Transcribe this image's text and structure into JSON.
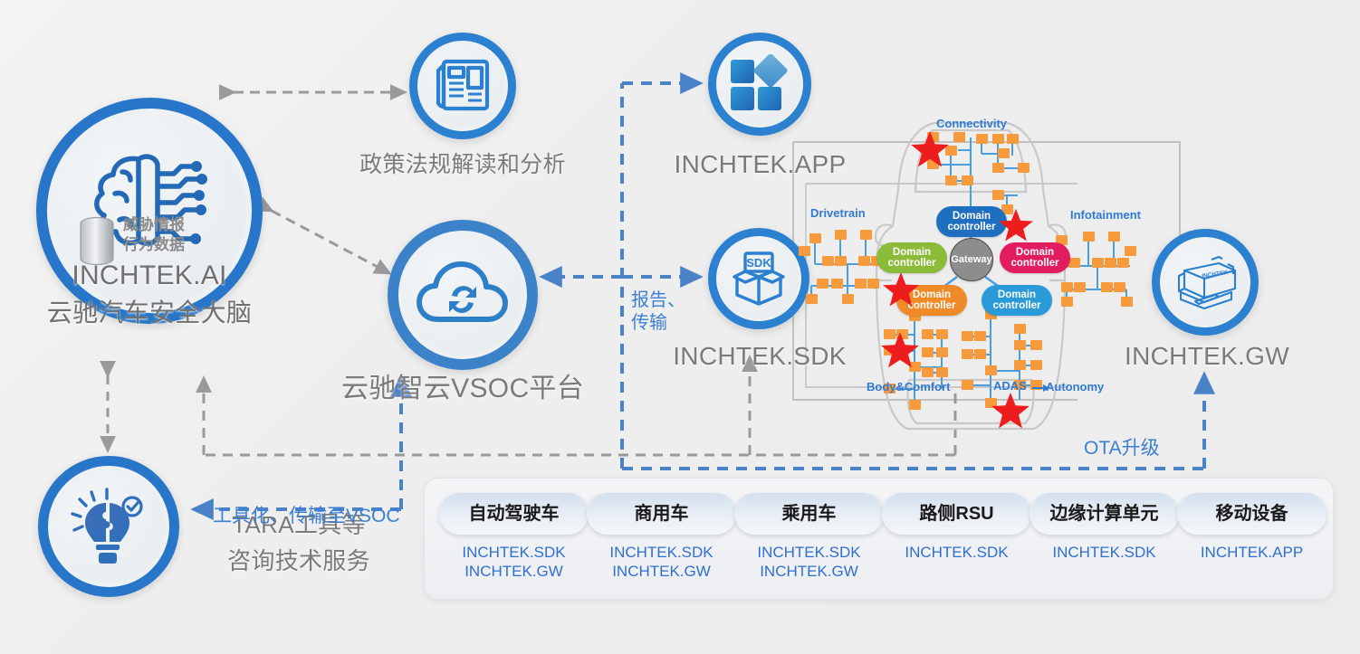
{
  "theme": {
    "accent_blue": "#2f7ad6",
    "ring_blue": "#2776c9",
    "gray_text": "#7a7a7a",
    "dash_gray": "#9a9a9a",
    "dash_blue": "#4a82c8",
    "star_red": "#ee1d1d",
    "node_green": "#8cbb3a",
    "node_pink": "#e31c5f",
    "node_orange": "#f08a28",
    "node_blue": "#2a9bd8",
    "node_darkblue": "#1f6fc0",
    "gateway_gray": "#8d8d8d",
    "ecu_orange": "#f79a3c",
    "link_blue": "#4a9ede"
  },
  "nodes": {
    "ai": {
      "title": "INCHTEK.AI",
      "subtitle": "云驰汽车安全大脑",
      "icon": "brain-circuit-icon",
      "db_lines": [
        "威胁情报",
        "行为数据",
        "..."
      ]
    },
    "policy": {
      "title": "政策法规解读和分析",
      "icon": "newspaper-icon"
    },
    "vsoc": {
      "title": "云驰智云VSOC平台",
      "icon": "cloud-sync-icon"
    },
    "tara": {
      "title_line1": "TARA工具等",
      "title_line2": "咨询技术服务",
      "icon": "lightbulb-puzzle-icon"
    },
    "app": {
      "title": "INCHTEK.APP",
      "icon": "app-tiles-icon"
    },
    "sdk": {
      "title": "INCHTEK.SDK",
      "icon": "sdk-box-icon"
    },
    "gw": {
      "title": "INCHTEK.GW",
      "icon": "gateway-device-icon",
      "device_label": "INCHTEK"
    }
  },
  "edge_labels": {
    "report_transmit_line1": "报告、",
    "report_transmit_line2": "传输",
    "tool_to_vsoc": "工具化、传输至VSOC",
    "ota": "OTA升级"
  },
  "car": {
    "gateway_label": "Gateway",
    "domain_controller_label_line1": "Domain",
    "domain_controller_label_line2": "controller",
    "zones": [
      {
        "name": "Connectivity",
        "color": "#1f6fc0"
      },
      {
        "name": "Drivetrain",
        "color": "#8cbb3a"
      },
      {
        "name": "Infotainment",
        "color": "#e31c5f"
      },
      {
        "name": "Body&Comfort",
        "color": "#f08a28"
      },
      {
        "name": "ADAS",
        "color": "#2a9bd8"
      },
      {
        "name": "Autonomy",
        "color": "#2a9bd8"
      }
    ],
    "star_count": 5
  },
  "bottom_bar": {
    "items": [
      {
        "label": "自动驾驶车",
        "products": [
          "INCHTEK.SDK",
          "INCHTEK.GW"
        ]
      },
      {
        "label": "商用车",
        "products": [
          "INCHTEK.SDK",
          "INCHTEK.GW"
        ]
      },
      {
        "label": "乘用车",
        "products": [
          "INCHTEK.SDK",
          "INCHTEK.GW"
        ]
      },
      {
        "label": "路侧RSU",
        "products": [
          "INCHTEK.SDK"
        ]
      },
      {
        "label": "边缘计算单元",
        "products": [
          "INCHTEK.SDK"
        ]
      },
      {
        "label": "移动设备",
        "products": [
          "INCHTEK.APP"
        ]
      }
    ]
  }
}
